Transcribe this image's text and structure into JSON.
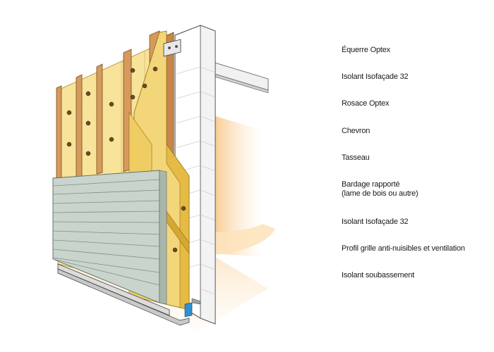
{
  "legend": {
    "items": [
      {
        "lines": [
          "Équerre Optex"
        ]
      },
      {
        "lines": [
          "Isolant  Isofaçade 32"
        ]
      },
      {
        "lines": [
          "Rosace Optex"
        ]
      },
      {
        "lines": [
          "Chevron"
        ]
      },
      {
        "lines": [
          "Tasseau"
        ]
      },
      {
        "lines": [
          "Bardage rapporté",
          "(lame de bois ou autre)"
        ]
      },
      {
        "lines": [
          "Isolant  Isofaçade 32"
        ]
      },
      {
        "lines": [
          "Profil grille anti-nuisibles et ventilation"
        ]
      },
      {
        "lines": [
          "Isolant soubassement"
        ]
      }
    ]
  },
  "colors": {
    "insulation": "#f7e39a",
    "insulation_dark": "#e9c95a",
    "rafter": "#d69a5c",
    "rafter_dark": "#b77a3e",
    "cladding": "#c9d4cc",
    "wall": "#ffffff",
    "shadow": "#f9d8a8",
    "profile_blue": "#2f8fd0"
  }
}
